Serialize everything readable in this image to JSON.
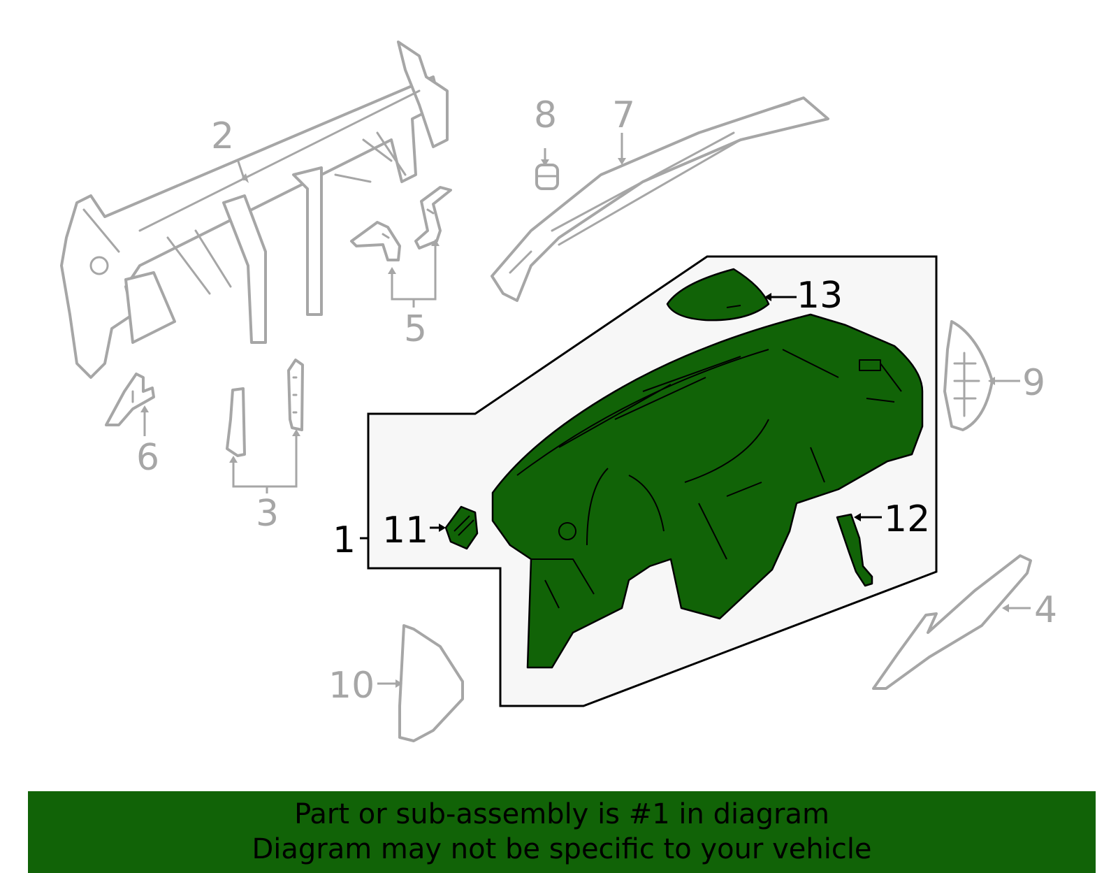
{
  "callouts": {
    "c1": "1",
    "c2": "2",
    "c3": "3",
    "c4": "4",
    "c5": "5",
    "c6": "6",
    "c7": "7",
    "c8": "8",
    "c9": "9",
    "c10": "10",
    "c11": "11",
    "c12": "12",
    "c13": "13"
  },
  "banner": {
    "line1": "Part or sub-assembly is #1 in diagram",
    "line2": "Diagram may not be specific to your vehicle"
  },
  "colors": {
    "highlight": "#116307",
    "other_parts": "#a6a6a6",
    "assembly_box": "#f7f7f7"
  }
}
